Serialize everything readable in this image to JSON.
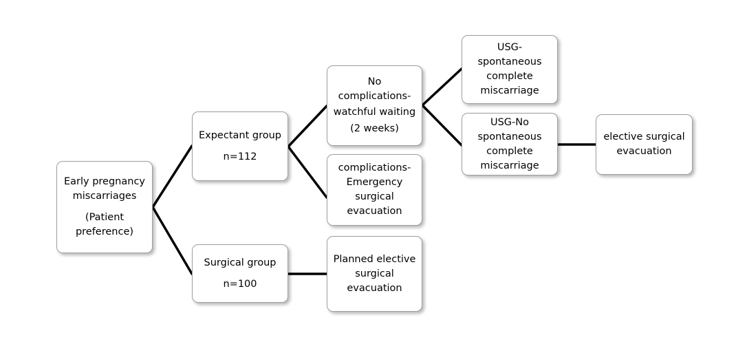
{
  "nodes": {
    "root": {
      "lines": [
        "Early pregnancy",
        "miscarriages",
        "(Patient",
        "preference)"
      ]
    },
    "expectant": {
      "lines": [
        "Expectant group",
        "n=112"
      ]
    },
    "surgical": {
      "lines": [
        "Surgical group",
        "n=100"
      ]
    },
    "no_complications": {
      "lines": [
        "No",
        "complications-",
        "watchful waiting",
        "(2 weeks)"
      ]
    },
    "complications": {
      "lines": [
        "complications-",
        "Emergency",
        "surgical",
        "evacuation"
      ]
    },
    "planned": {
      "lines": [
        "Planned elective",
        "surgical",
        "evacuation"
      ]
    },
    "usg_complete": {
      "lines": [
        "USG-",
        "spontaneous",
        "complete",
        "miscarriage"
      ]
    },
    "usg_no": {
      "lines": [
        "USG-No",
        "spontaneous",
        "complete",
        "miscarriage"
      ]
    },
    "elective": {
      "lines": [
        "elective surgical",
        "evacuation"
      ]
    }
  },
  "colors": {
    "connector": "#000000",
    "box_border": "#9e9e9e",
    "box_fill": "#ffffff"
  }
}
